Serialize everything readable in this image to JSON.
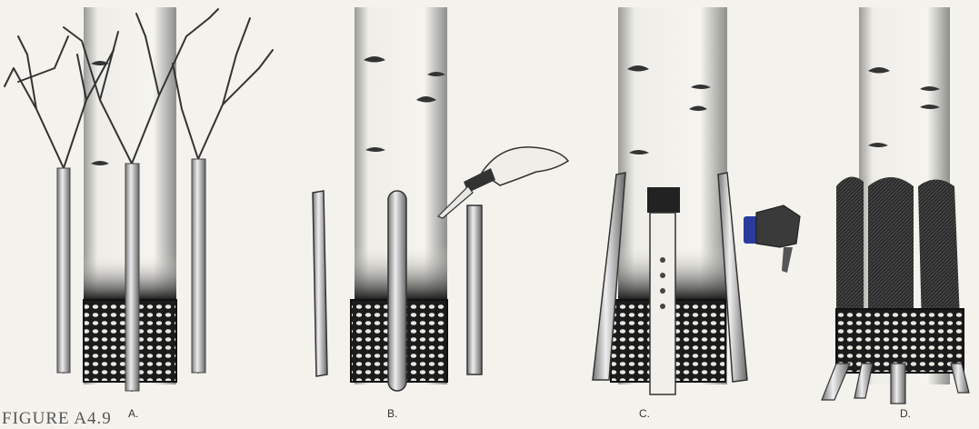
{
  "panels": [
    {
      "label": "A."
    },
    {
      "label": "B."
    },
    {
      "label": "C."
    },
    {
      "label": "D."
    }
  ],
  "caption": "FIGURE A4.9",
  "colors": {
    "background": "#f4f2ec",
    "ink": "#222222",
    "bark_dark": "#1f1f1f",
    "bark_light": "#f7f6f1",
    "blue_accent": "#2a3b9c"
  }
}
